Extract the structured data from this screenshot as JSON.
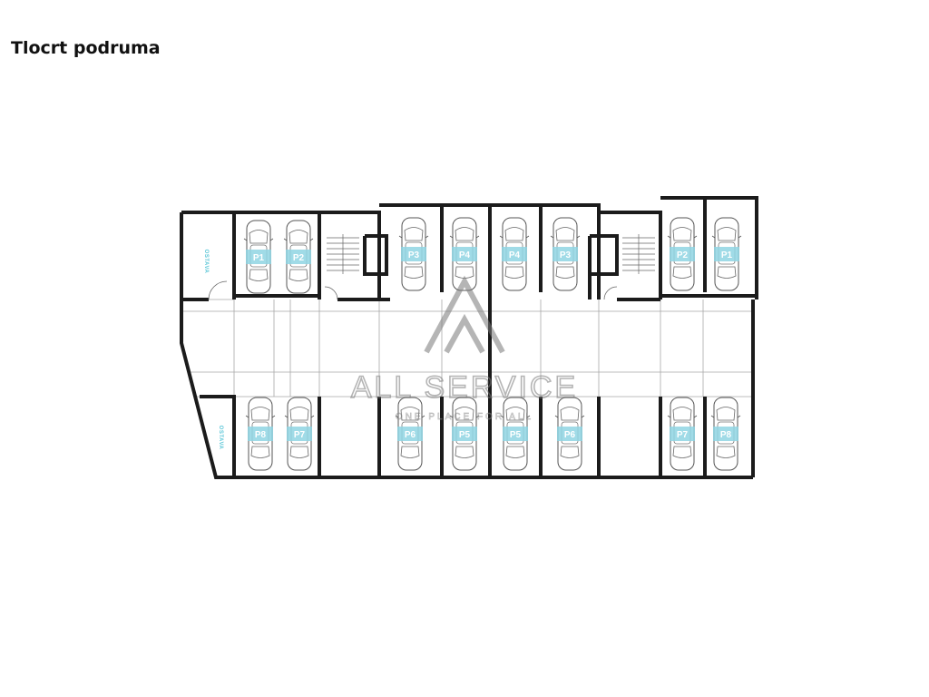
{
  "title": "Tlocrt podruma",
  "colors": {
    "wall": "#1b1b1b",
    "thin_line": "#9a9a9a",
    "badge": "#8fd5e3",
    "storage_text": "#5ec7d8",
    "watermark": "#7a7a7a"
  },
  "storage_rooms": [
    {
      "label": "OSTAVA"
    },
    {
      "label": "OSTAVA"
    }
  ],
  "parking_spots": {
    "top_row": [
      "P1",
      "P2",
      "P3",
      "P4",
      "P4",
      "P3",
      "P2",
      "P1"
    ],
    "bottom_row": [
      "P8",
      "P7",
      "P6",
      "P5",
      "P5",
      "P6",
      "P7",
      "P8"
    ]
  },
  "watermark": {
    "name": "ALL SERVICE",
    "tagline": "ONE PLACE FOR ALL",
    "logo_icon": "triangle-logo-icon"
  }
}
